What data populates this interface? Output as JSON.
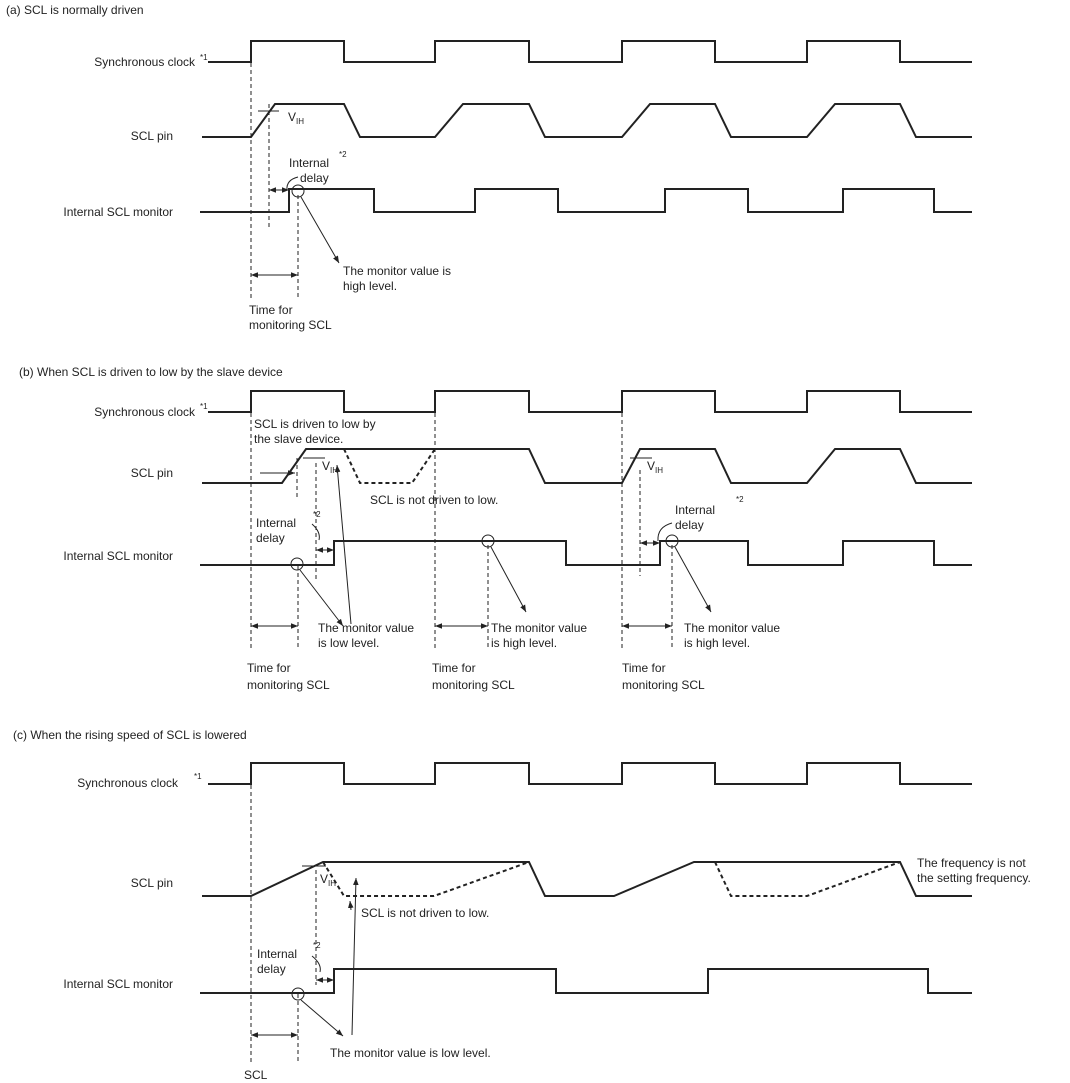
{
  "sections": [
    {
      "title": "(a) SCL is normally driven",
      "labels": {
        "clock": "Synchronous clock",
        "scl_pin": "SCL pin",
        "monitor": "Internal SCL monitor"
      },
      "note_clock": "*1",
      "vih": {
        "main": "V",
        "sub": "IH"
      },
      "delay": {
        "line1": "Internal",
        "line2": "delay",
        "note": "*2"
      },
      "callout": {
        "line1": "The monitor value is",
        "line2": "high level."
      },
      "time": {
        "line1": "Time for",
        "line2": "monitoring SCL"
      }
    },
    {
      "title": "(b) When SCL is driven to low by the slave device",
      "labels": {
        "clock": "Synchronous clock",
        "scl_pin": "SCL pin",
        "monitor": "Internal SCL monitor"
      },
      "note_clock": "*1",
      "driven": {
        "line1": "SCL is driven to low by",
        "line2": "the slave device."
      },
      "not_driven": "SCL is not driven to low.",
      "vih": {
        "main": "V",
        "sub": "IH"
      },
      "delay_left": {
        "line1": "Internal",
        "line2": "delay",
        "note": "*2"
      },
      "delay_right": {
        "line1": "Internal",
        "line2": "delay",
        "note": "*2"
      },
      "callout_low": {
        "line1": "The monitor value",
        "line2": "is low level."
      },
      "callout_high": {
        "line1": "The monitor value",
        "line2": "is high level."
      },
      "time": {
        "line1": "Time for",
        "line2": "monitoring SCL"
      }
    },
    {
      "title": "(c) When the rising speed of SCL is lowered",
      "labels": {
        "clock": "Synchronous clock",
        "scl_pin": "SCL pin",
        "monitor": "Internal SCL monitor"
      },
      "note_clock": "*1",
      "vih": {
        "main": "V",
        "sub": "IH"
      },
      "not_driven": "SCL is not driven to low.",
      "frequency": {
        "line1": "The frequency is not",
        "line2": "the setting frequency."
      },
      "delay": {
        "line1": "Internal",
        "line2": "delay",
        "note": "*2"
      },
      "callout": "The monitor value is low level.",
      "time": "SCL"
    }
  ]
}
